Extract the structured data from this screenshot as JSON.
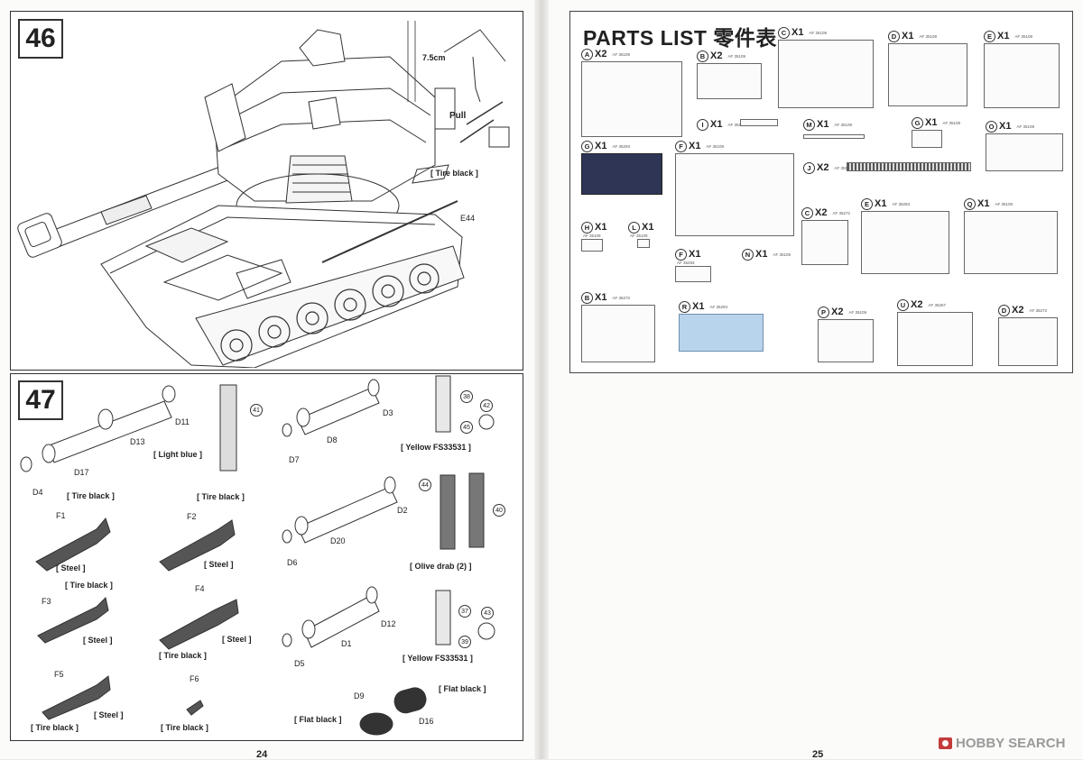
{
  "left_page": {
    "page_number": "24",
    "step46": {
      "number": "46",
      "labels": {
        "dimension": "7.5cm",
        "pull": "Pull",
        "tire_black": "[ Tire black ]",
        "part": "E44"
      }
    },
    "step47": {
      "number": "47",
      "groups": {
        "light_blue": {
          "parts": [
            "D11",
            "D13",
            "D17",
            "D4"
          ],
          "sleeve": "41",
          "color": "[ Light blue ]"
        },
        "d3": {
          "parts": [
            "D3",
            "D8",
            "D7"
          ]
        },
        "yellow_top": {
          "circles": [
            "38",
            "42",
            "45"
          ],
          "color": "[ Yellow FS33531 ]"
        },
        "d2": {
          "parts": [
            "D2",
            "D20",
            "D6"
          ]
        },
        "olive": {
          "circles": [
            "44",
            "40"
          ],
          "color": "[ Olive drab (2) ]"
        },
        "d12": {
          "parts": [
            "D12",
            "D1",
            "D5"
          ]
        },
        "yellow_bottom": {
          "circles": [
            "37",
            "43",
            "39"
          ],
          "color": "[ Yellow FS33531 ]"
        },
        "flat_black": {
          "parts": [
            "D9",
            "D16"
          ],
          "color_right": "[ Flat black ]",
          "color_left": "[ Flat black ]"
        }
      },
      "weapons": [
        {
          "part": "F1",
          "top": "[ Tire black ]",
          "bottom": "[ Steel ]"
        },
        {
          "part": "F2",
          "top": "[ Tire black ]",
          "bottom": "[ Steel ]"
        },
        {
          "part": "F3",
          "top": "[ Tire black ]",
          "bottom": "[ Steel ]"
        },
        {
          "part": "F4",
          "top": "[ Steel ]",
          "bottom": "[ Tire black ]"
        },
        {
          "part": "F5",
          "top": "[ Steel ]",
          "bottom": "[ Tire black ]"
        },
        {
          "part": "F6",
          "bottom": "[ Tire black ]"
        }
      ]
    }
  },
  "right_page": {
    "page_number": "25",
    "title": "PARTS  LIST 零件表",
    "sprues": [
      {
        "letter": "C",
        "qty": "X1",
        "code": "AF 35109"
      },
      {
        "letter": "D",
        "qty": "X1",
        "code": "AF 35109"
      },
      {
        "letter": "E",
        "qty": "X1",
        "code": "AF 35109"
      },
      {
        "letter": "A",
        "qty": "X2",
        "code": "AF 35109"
      },
      {
        "letter": "B",
        "qty": "X2",
        "code": "AF 35109"
      },
      {
        "letter": "I",
        "qty": "X1",
        "code": "AF 35S41"
      },
      {
        "letter": "M",
        "qty": "X1",
        "code": "AF 35109"
      },
      {
        "letter": "G",
        "qty": "X1",
        "code": "AF 35109"
      },
      {
        "letter": "O",
        "qty": "X1",
        "code": "AF 35109"
      },
      {
        "letter": "G",
        "qty": "X1",
        "code": "AF 35293"
      },
      {
        "letter": "F",
        "qty": "X1",
        "code": "AF 35109"
      },
      {
        "letter": "J",
        "qty": "X2",
        "code": "AF 35109"
      },
      {
        "letter": "C",
        "qty": "X2",
        "code": "AF 35272"
      },
      {
        "letter": "E",
        "qty": "X1",
        "code": "AF 35293"
      },
      {
        "letter": "Q",
        "qty": "X1",
        "code": "AF 35109"
      },
      {
        "letter": "H",
        "qty": "X1",
        "code": "AF 35109"
      },
      {
        "letter": "L",
        "qty": "X1",
        "code": "AF 35109"
      },
      {
        "letter": "F",
        "qty": "X1",
        "code": "AF 35293"
      },
      {
        "letter": "N",
        "qty": "X1",
        "code": "AF 35109"
      },
      {
        "letter": "B",
        "qty": "X1",
        "code": "AF 35272"
      },
      {
        "letter": "R",
        "qty": "X1",
        "code": "AF 35293"
      },
      {
        "letter": "P",
        "qty": "X2",
        "code": "AF 35109"
      },
      {
        "letter": "U",
        "qty": "X2",
        "code": "AF 35267"
      },
      {
        "letter": "D",
        "qty": "X2",
        "code": "AF 35272"
      }
    ]
  },
  "watermark": {
    "text": "HOBBY SEARCH"
  }
}
